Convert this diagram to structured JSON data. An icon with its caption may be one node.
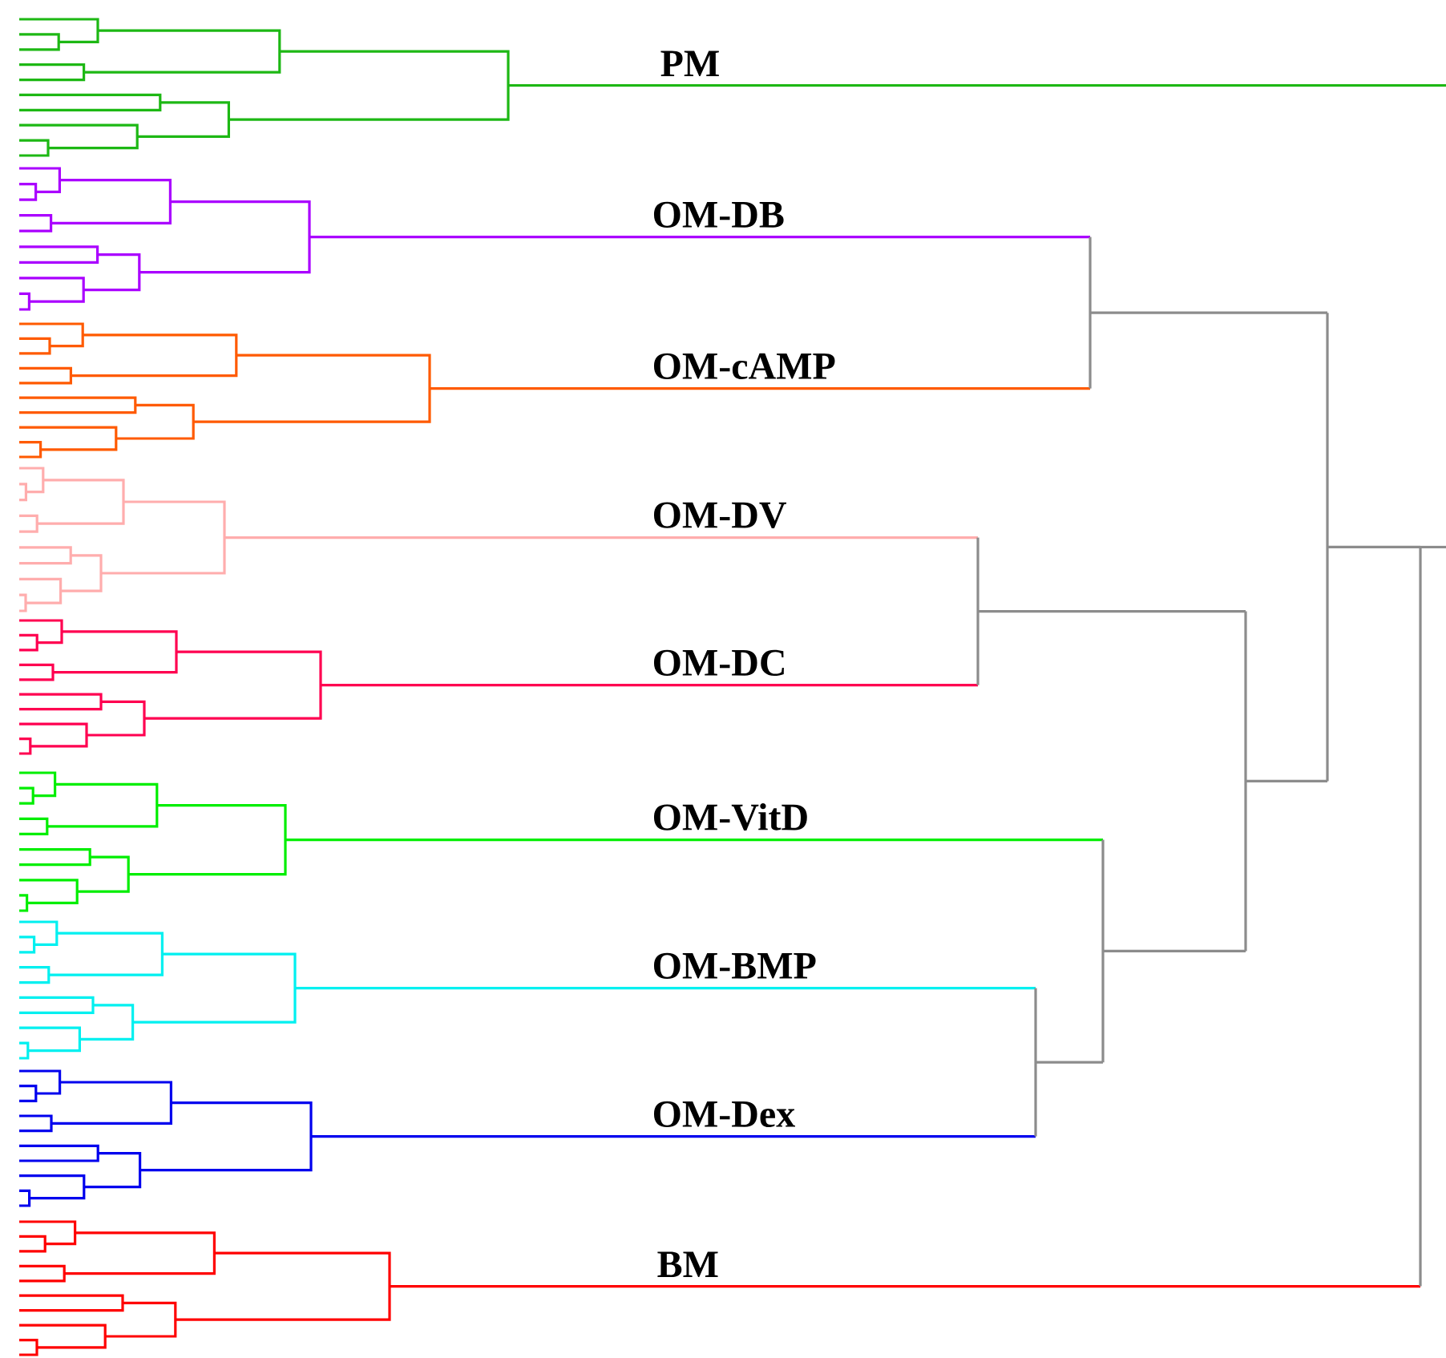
{
  "diagram": {
    "labels": [
      "PM",
      "OM-DB",
      "OM-cAMP",
      "OM-DV",
      "OM-DC",
      "OM-VitD",
      "OM-BMP",
      "OM-Dex",
      "BM"
    ]
  }
}
